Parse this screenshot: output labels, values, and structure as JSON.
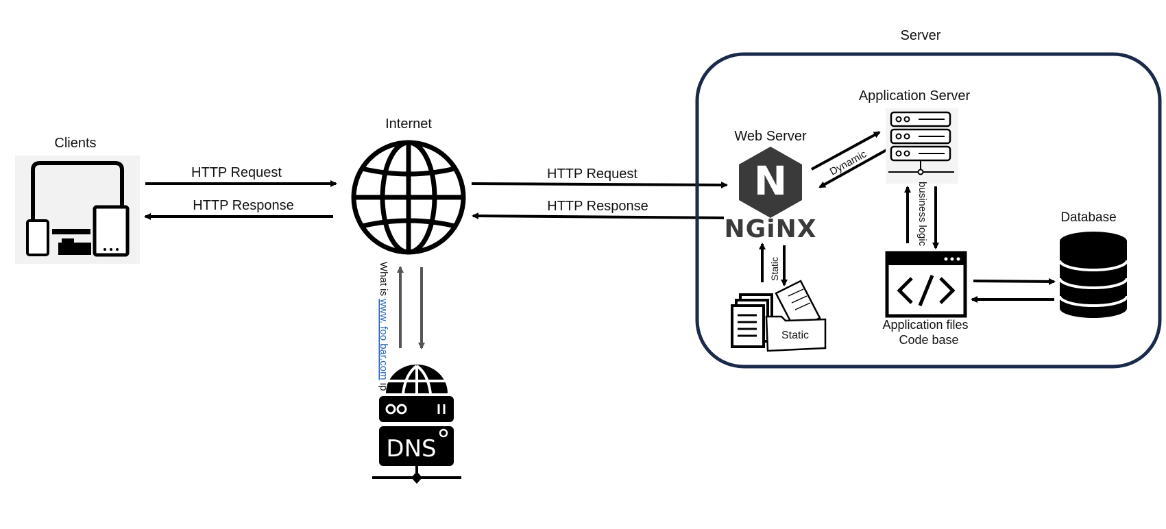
{
  "nodes": {
    "clients": {
      "label": "Clients",
      "icon": "devices-icon"
    },
    "internet": {
      "label": "Internet",
      "icon": "globe-icon"
    },
    "dns": {
      "label": "DNS",
      "icon": "dns-server-icon"
    },
    "server_group": {
      "label": "Server"
    },
    "web_server": {
      "label": "Web Server",
      "logo_letter": "N",
      "logo_text": "NGiNX"
    },
    "app_server": {
      "label": "Application Server",
      "icon": "server-rack-icon"
    },
    "static_files": {
      "label": "Static",
      "icon": "files-folder-icon"
    },
    "app_files": {
      "line1": "Application files",
      "line2": "Code base",
      "icon": "code-window-icon"
    },
    "database": {
      "label": "Database",
      "icon": "database-icon"
    }
  },
  "edges": {
    "client_request": "HTTP Request",
    "client_response": "HTTP Response",
    "internet_request": "HTTP Request",
    "internet_response": "HTTP Response",
    "dns_query_prefix": "What is ",
    "dns_query_domain": "www. foo bar.com",
    "dns_query_suffix": " ip",
    "dynamic": "Dynamic",
    "static": "Static",
    "business_logic": "business logic"
  },
  "colors": {
    "stroke": "#000000",
    "container_border": "#1a2a4a",
    "dns_arrow": "#555555",
    "link_blue": "#1f5fbf",
    "nginx_gray": "#3a3a3a"
  }
}
